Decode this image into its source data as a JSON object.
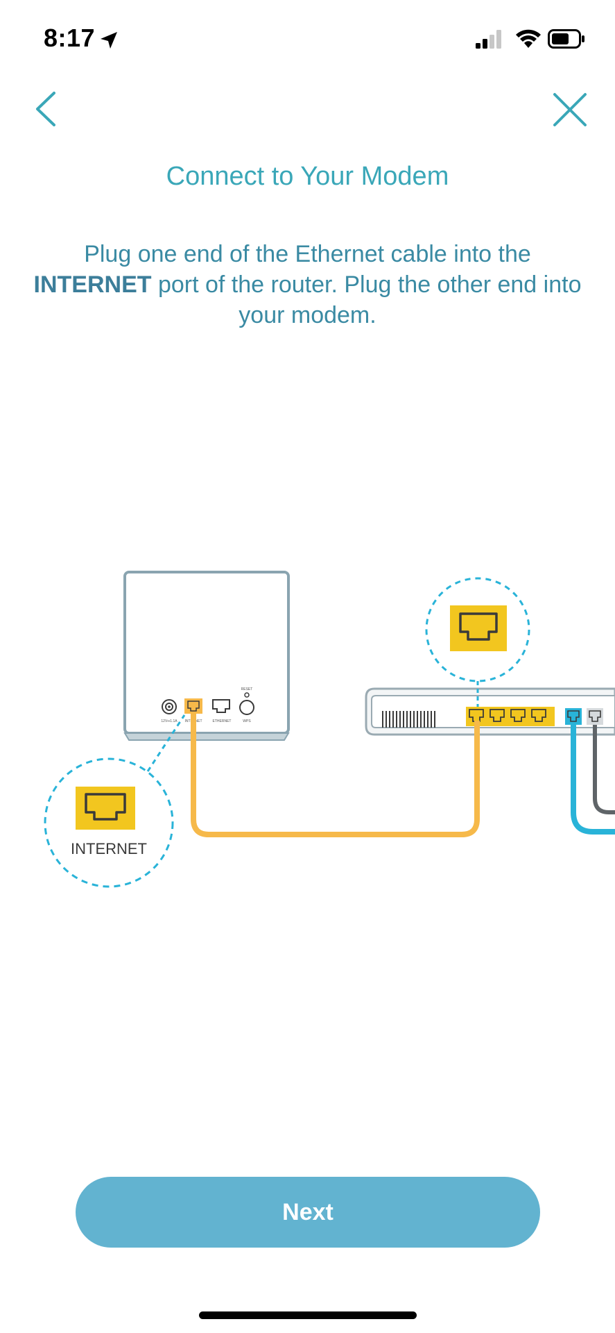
{
  "status_bar": {
    "time": "8:17",
    "icons": [
      "location-arrow-icon",
      "cellular-signal-icon",
      "wifi-icon",
      "battery-icon"
    ]
  },
  "nav": {
    "back_icon": "chevron-left-icon",
    "close_icon": "close-x-icon"
  },
  "title": "Connect to Your Modem",
  "instructions": {
    "part1": "Plug one end of the Ethernet cable into the ",
    "bold": "INTERNET",
    "part2": " port of the router. Plug the other end into your modem."
  },
  "illustration": {
    "internet_callout_label": "INTERNET",
    "router_port_labels": {
      "power": "12V⎓1.1A",
      "internet": "INTERNET",
      "ethernet": "ETHERNET",
      "wps": "WPS",
      "reset": "RESET"
    }
  },
  "next_button": {
    "label": "Next"
  },
  "colors": {
    "accent": "#3aa7b8",
    "button": "#62b3d0",
    "cable": "#f6b94a",
    "port_yellow": "#f2c61f",
    "blue_cable": "#29b3d8",
    "gray_cable": "#5f6468"
  }
}
